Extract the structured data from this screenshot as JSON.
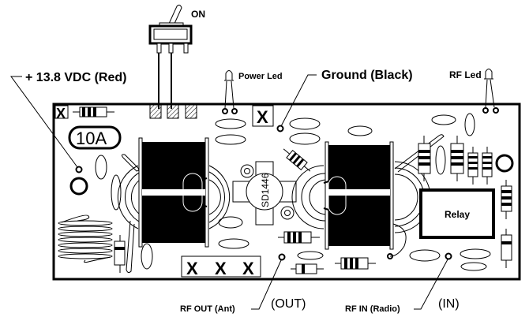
{
  "diagram": {
    "title": "RF amplifier board wiring layout",
    "labels": {
      "switch_on": "ON",
      "power_positive": "+ 13.8 VDC  (Red)",
      "power_led": "Power Led",
      "ground": "Ground  (Black)",
      "rf_led": "RF Led",
      "fuse": "10A",
      "transistor": "SD1446",
      "relay": "Relay",
      "rf_out": "RF OUT  (Ant)",
      "out": "(OUT)",
      "rf_in": "RF IN  (Radio)",
      "in": "(IN)",
      "x_mark": "X",
      "x_row": [
        "X",
        "X",
        "X"
      ]
    },
    "colors": {
      "line": "#000000",
      "background": "#ffffff"
    }
  }
}
